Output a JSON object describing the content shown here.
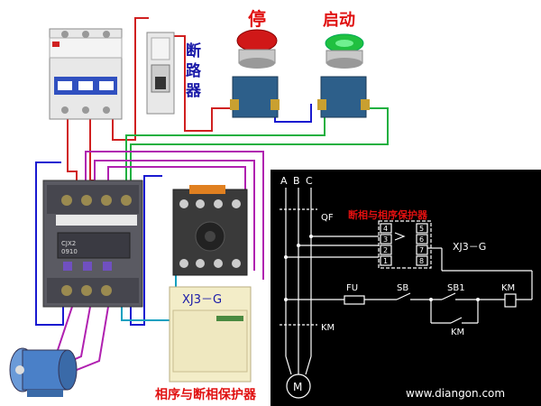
{
  "colors": {
    "background": "#ffffff",
    "schematic_bg": "#000000",
    "schematic_line": "#ffffff",
    "red_label": "#e01010",
    "blue_label": "#1a1aa8",
    "wire_red": "#d02020",
    "wire_blue": "#1a1ad0",
    "wire_purple": "#b020b0",
    "wire_green": "#20b040",
    "wire_cyan": "#10a0c0"
  },
  "labels": {
    "stop": "停",
    "start": "启动",
    "breaker_chars": [
      "断",
      "路",
      "器"
    ],
    "relay_box_model": "XJ3－G",
    "bottom_caption": "相序与断相保护器",
    "watermark": "www.diangon.com",
    "contactor_brand": "CJX2",
    "contactor_model": "0910"
  },
  "schematic": {
    "phases": [
      "A",
      "B",
      "C"
    ],
    "qf": "QF",
    "protector_title": "断相与相序保护器",
    "relay_pins": [
      "4",
      "3",
      "2",
      "1",
      "5",
      "6",
      "7",
      "8"
    ],
    "relay_model": "XJ3－G",
    "fu": "FU",
    "sb": "SB",
    "sb1": "SB1",
    "km_coil": "KM",
    "km_aux": "KM",
    "km_main": "KM",
    "motor": "M"
  },
  "icons": [
    "stop-button-icon",
    "start-button-icon",
    "motor-icon",
    "breaker-icon",
    "contactor-icon",
    "relay-base-icon"
  ]
}
